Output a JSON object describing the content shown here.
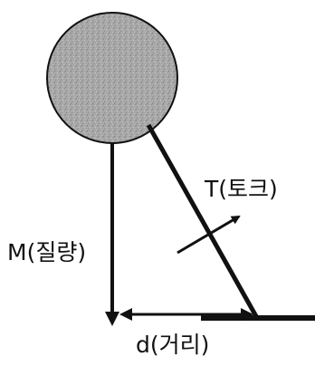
{
  "labels": {
    "torque": "T(토크)",
    "mass": "M(질량)",
    "distance": "d(거리)"
  },
  "colors": {
    "ball_fill": "#a8a8a8",
    "ink": "#111111",
    "background": "#ffffff"
  }
}
